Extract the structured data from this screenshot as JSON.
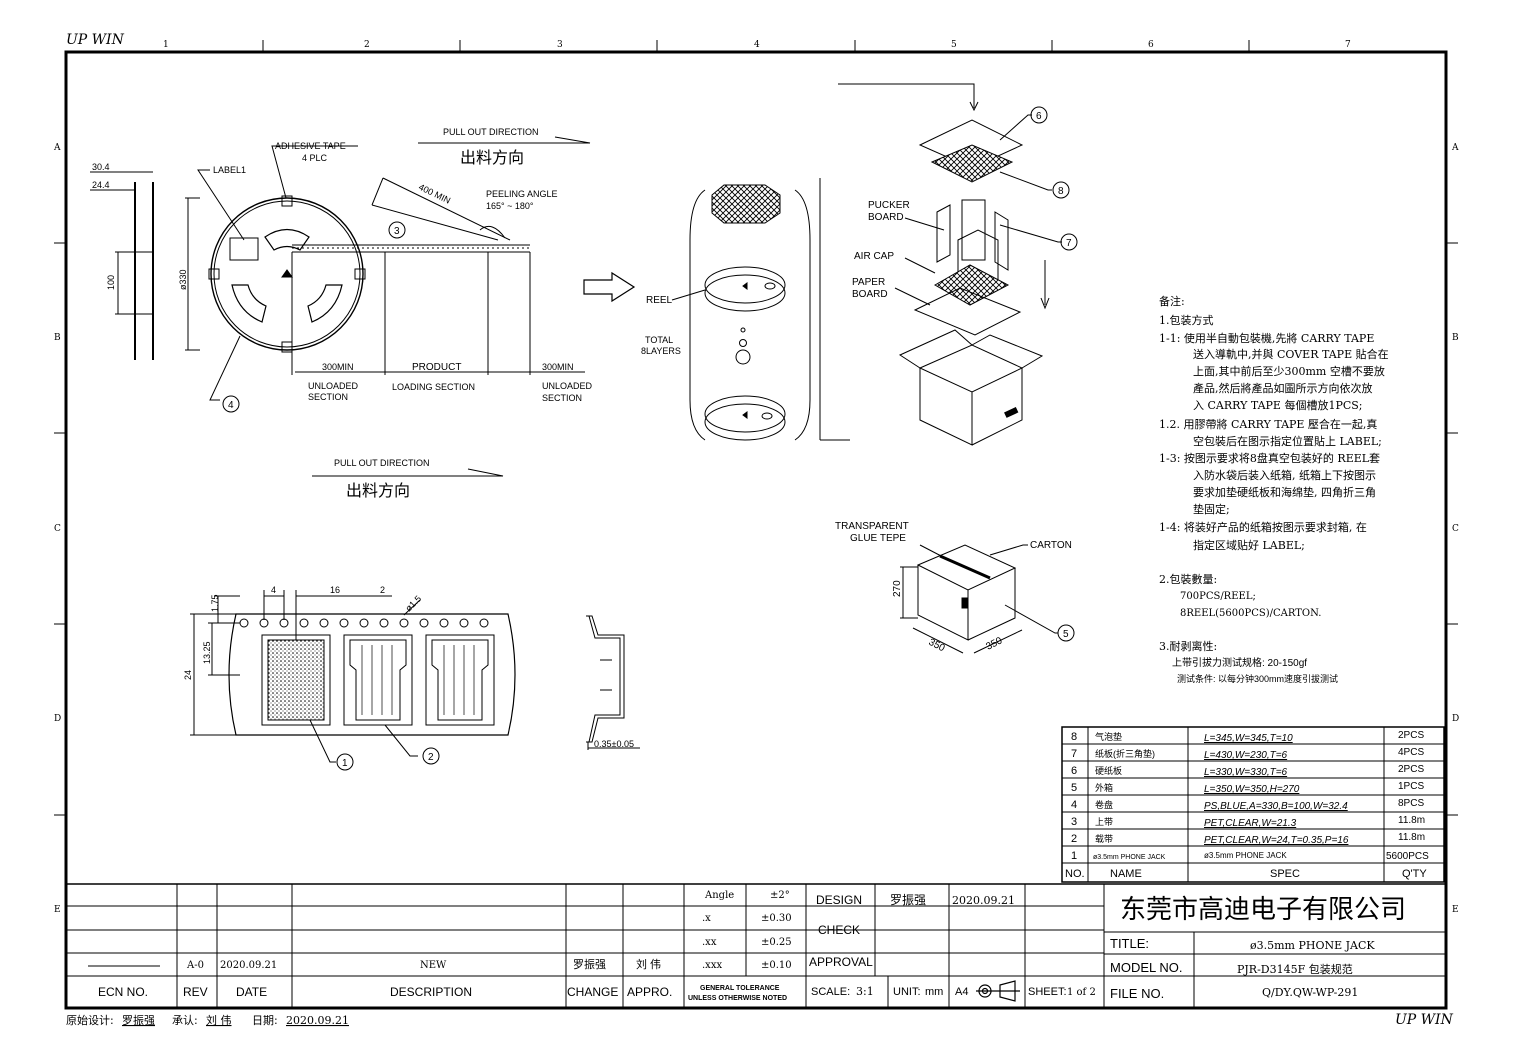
{
  "header": {
    "brand": "UP WIN",
    "brand_footer": "UP WIN"
  },
  "border": {
    "cols": [
      "1",
      "2",
      "3",
      "4",
      "5",
      "6",
      "7"
    ],
    "rows": [
      "A",
      "B",
      "C",
      "D",
      "E"
    ]
  },
  "reel_view": {
    "adhesive_tape": "ADHESIVE TAPE",
    "adhesive_tape_qty": "4 PLC",
    "label1": "LABEL1",
    "dim_304": "30.4",
    "dim_244": "24.4",
    "dim_100": "100",
    "dim_330": "ø330",
    "callout_4": "4",
    "callout_3": "3"
  },
  "tape_view": {
    "pull_out": "PULL OUT DIRECTION",
    "pull_out_cn": "出料方向",
    "min_400": "400 MIN",
    "peeling_angle": "PEELING ANGLE",
    "peeling_range": "165° ~ 180°",
    "min_300_left": "300MIN",
    "product": "PRODUCT",
    "min_300_right": "300MIN",
    "unloaded_left_1": "UNLOADED",
    "unloaded_left_2": "SECTION",
    "loading_section": "LOADING SECTION",
    "unloaded_right_1": "UNLOADED",
    "unloaded_right_2": "SECTION"
  },
  "pull_out_2": {
    "label": "PULL OUT DIRECTION",
    "label_cn": "出料方向"
  },
  "carrier_view": {
    "dim_4": "4",
    "dim_16": "16",
    "dim_2": "2",
    "dim_15": "ø1.5",
    "dim_175": "1.75",
    "dim_1325": "13.25",
    "dim_24": "24",
    "thickness": "0.35±0.05",
    "callout_1": "1",
    "callout_2": "2"
  },
  "stack_view": {
    "reel": "REEL",
    "total_1": "TOTAL",
    "total_2": "8LAYERS"
  },
  "box_view": {
    "pucker_1": "PUCKER",
    "pucker_2": "BOARD",
    "air_cap": "AIR CAP",
    "paper_1": "PAPER",
    "paper_2": "BOARD",
    "callout_6": "6",
    "callout_7": "7",
    "callout_8": "8"
  },
  "carton_view": {
    "transparent_1": "TRANSPARENT",
    "transparent_2": "GLUE TEPE",
    "carton": "CARTON",
    "dim_270": "270",
    "dim_350a": "350",
    "dim_350b": "350",
    "callout_5": "5"
  },
  "notes": {
    "title": "备注:",
    "lines": [
      "1.包装方式",
      "1-1: 使用半自動包裝機,先將 CARRY TAPE",
      "送入導軌中,并與 COVER TAPE 貼合在",
      "上面,其中前后至少300mm 空槽不要放",
      "產品,然后將產品如圖所示方向依次放",
      "入 CARRY TAPE 每個槽放1PCS;",
      "1.2.  用膠帶將 CARRY TAPE 壓合在一起,真",
      "空包裝后在图示指定位置貼上 LABEL;",
      "1-3: 按图示要求将8盘真空包装好的 REEL套",
      "入防水袋后装入纸箱, 纸箱上下按图示",
      "要求加垫硬纸板和海绵垫, 四角折三角",
      "垫固定;",
      "1-4: 将装好产品的纸箱按图示要求封箱, 在",
      "指定区域贴好 LABEL;",
      "2.包裝數量:",
      "700PCS/REEL;",
      "8REEL(5600PCS)/CARTON.",
      "3.耐剥离性:",
      "上带引拔力测试规格: 20-150gf",
      "测试条件: 以每分钟300mm速度引拔测试"
    ]
  },
  "bom": {
    "header": {
      "no": "NO.",
      "name": "NAME",
      "spec": "SPEC",
      "qty": "Q'TY"
    },
    "rows": [
      {
        "no": "8",
        "name": "气泡垫",
        "spec": "L=345,W=345,T=10",
        "qty": "2PCS"
      },
      {
        "no": "7",
        "name": "纸板(折三角垫)",
        "spec": "L=430,W=230,T=6",
        "qty": "4PCS"
      },
      {
        "no": "6",
        "name": "硬纸板",
        "spec": "L=330,W=330,T=6",
        "qty": "2PCS"
      },
      {
        "no": "5",
        "name": "外箱",
        "spec": "L=350,W=350,H=270",
        "qty": "1PCS"
      },
      {
        "no": "4",
        "name": "卷盘",
        "spec": "PS,BLUE,A=330,B=100,W=32.4",
        "qty": "8PCS"
      },
      {
        "no": "3",
        "name": "上带",
        "spec": "PET,CLEAR,W=21.3",
        "qty": "11.8m"
      },
      {
        "no": "2",
        "name": "载带",
        "spec": "PET,CLEAR,W=24,T=0.35,P=16",
        "qty": "11.8m"
      },
      {
        "no": "1",
        "name": "ø3.5mm PHONE JACK",
        "spec": "ø3.5mm PHONE JACK",
        "qty": "5600PCS"
      }
    ]
  },
  "revision": {
    "rev": "A-0",
    "date": "2020.09.21",
    "description": "NEW",
    "change": "罗振强",
    "appro": "刘 伟",
    "h_ecn": "ECN NO.",
    "h_rev": "REV",
    "h_date": "DATE",
    "h_desc": "DESCRIPTION",
    "h_change": "CHANGE",
    "h_appro": "APPRO."
  },
  "tolerance": {
    "angle": "Angle",
    "angle_val": "±2°",
    "x": ".x",
    "x_val": "±0.30",
    "xx": ".xx",
    "xx_val": "±0.25",
    "xxx": ".xxx",
    "xxx_val": "±0.10",
    "general_1": "GENERAL TOLERANCE",
    "general_2": "UNLESS OTHERWISE NOTED"
  },
  "signoff": {
    "design": "DESIGN",
    "designer": "罗振强",
    "design_date": "2020.09.21",
    "check": "CHECK",
    "approval": "APPROVAL",
    "scale_label": "SCALE:",
    "scale": "3:1",
    "unit_label": "UNIT:",
    "unit": "mm",
    "paper": "A4",
    "sheet_label": "SHEET:",
    "sheet": "1 of 2"
  },
  "title_block": {
    "company": "东莞市高迪电子有限公司",
    "title_label": "TITLE:",
    "title": "ø3.5mm PHONE JACK",
    "model_label": "MODEL NO.",
    "model": "PJR-D3145F 包装规范",
    "file_label": "FILE NO.",
    "file": "Q/DY.QW-WP-291"
  },
  "footer": {
    "designer_label": "原始设计:",
    "designer": "罗振强",
    "approver_label": "承认:",
    "approver": "刘 伟",
    "date_label": "日期:",
    "date": "2020.09.21"
  }
}
